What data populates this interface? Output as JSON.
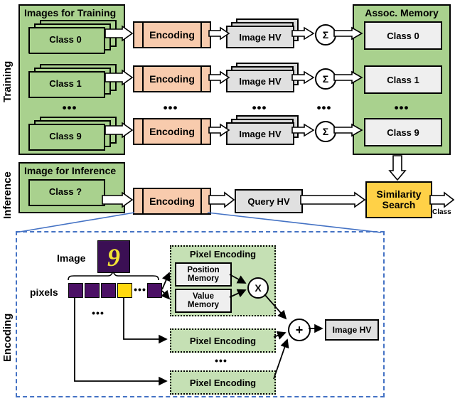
{
  "sections": {
    "training_label": "Training",
    "inference_label": "Inference",
    "encoding_label": "Encoding"
  },
  "training": {
    "panel_title": "Images for Training",
    "classes": [
      "Class 0",
      "Class 1",
      "Class 9"
    ],
    "ellipsis": "•••",
    "encoding_label": "Encoding",
    "image_hv_label": "Image HV",
    "sum_symbol": "Σ",
    "memory": {
      "title": "Assoc. Memory",
      "entries": [
        "Class 0",
        "Class 1",
        "Class 9"
      ]
    }
  },
  "inference": {
    "panel_title": "Image for Inference",
    "query_class": "Class ?",
    "encoding_label": "Encoding",
    "query_hv_label": "Query HV",
    "similarity": "Similarity\nSearch",
    "similarity_line1": "Similarity",
    "similarity_line2": "Search",
    "output_label": "Class"
  },
  "encoding_detail": {
    "image_label": "Image",
    "digit": "9",
    "pixels_label": "pixels",
    "pixel_ellipsis": "•••",
    "vertical_ellipsis": "•••",
    "pixel_encoding_title": "Pixel Encoding",
    "position_memory": "Position\nMemory",
    "position_memory_l1": "Position",
    "position_memory_l2": "Memory",
    "value_memory_l1": "Value",
    "value_memory_l2": "Memory",
    "bind_symbol": "X",
    "bundle_symbol": "+",
    "image_hv_label": "Image HV",
    "pixel_encoding_rows": [
      "Pixel Encoding",
      "Pixel Encoding",
      "Pixel Encoding"
    ],
    "row_ellipsis": "•••"
  },
  "colors": {
    "green_panel": "#a9d18e",
    "green_light": "#c5e0b4",
    "orange": "#f8cbad",
    "grey": "#e0e0e0",
    "yellow": "#ffd147",
    "blue_dash": "#4472c4",
    "pixel_dark": "#4b1065",
    "pixel_bright": "#ffd90f"
  }
}
